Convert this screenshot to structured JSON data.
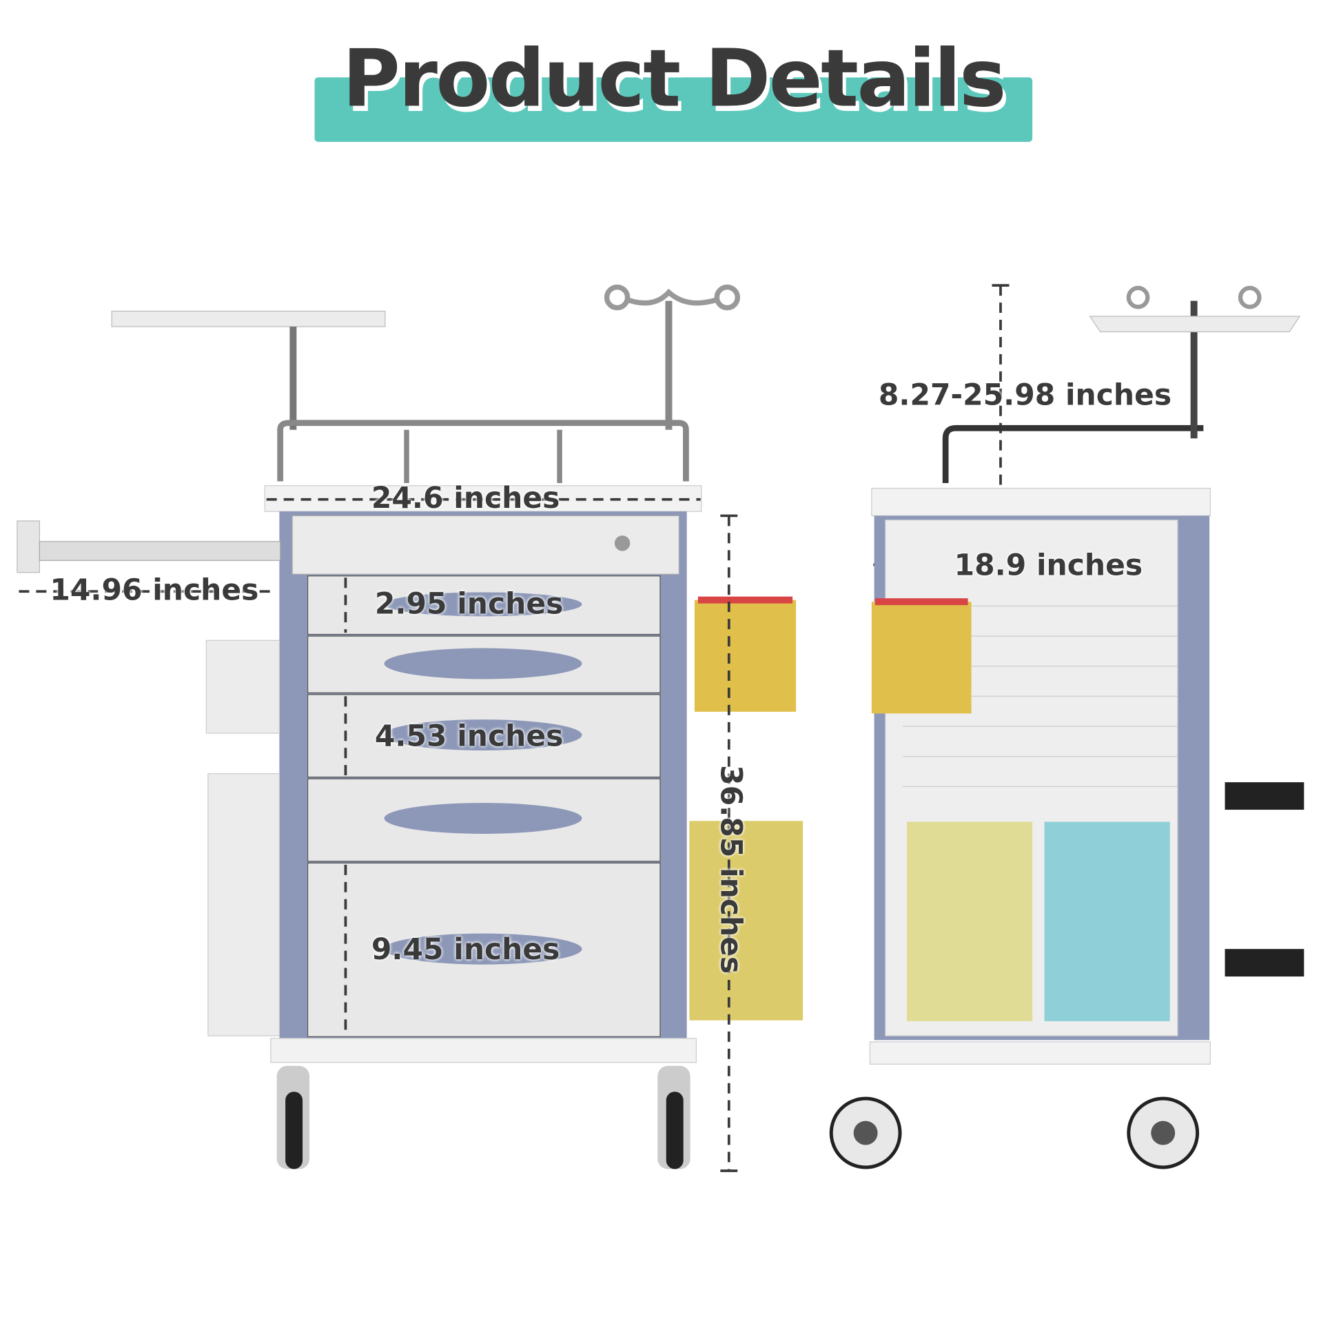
{
  "header": {
    "title": "Product Details"
  },
  "front_view": {
    "width": "24.6 inches",
    "side_shelf": "14.96 inches",
    "drawer_1": "2.95 inches",
    "drawer_2": "4.53 inches",
    "drawer_3": "9.45 inches",
    "height": "36.85 inches"
  },
  "side_view": {
    "pole_height": "8.27-25.98 inches",
    "depth": "18.9 inches"
  },
  "colors": {
    "banner": "#5cc8bb",
    "title": "#3a3a3a",
    "frame": "#8d98b8",
    "yellow": "#e0c04a",
    "cyan": "#8fd0d8"
  }
}
